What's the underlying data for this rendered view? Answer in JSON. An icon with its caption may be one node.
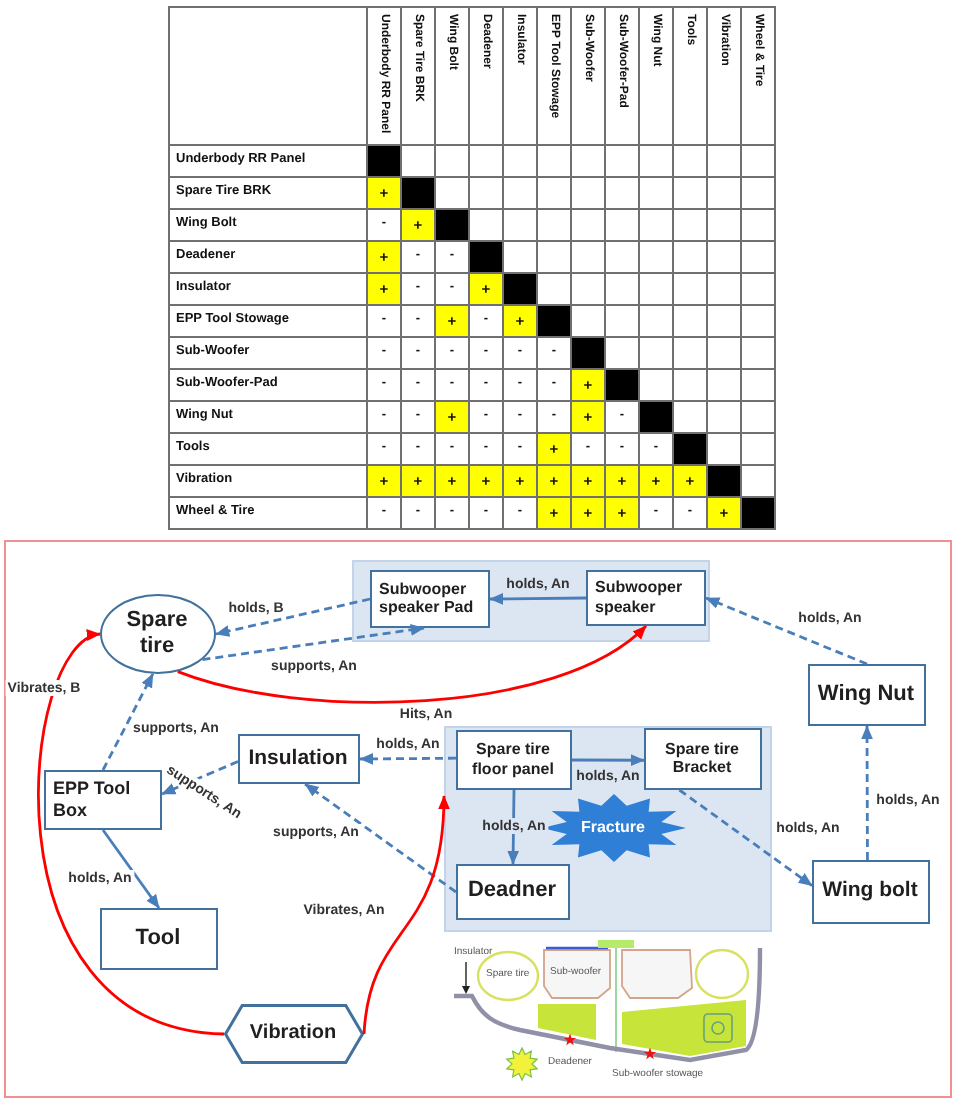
{
  "diagram": {
    "nodes": [
      {
        "text": [],
        "shape": "box"
      },
      {
        "text": [],
        "shape": "box",
        "in": 0
      },
      {
        "text": [
          "Subwooper speaker Pad"
        ],
        "in": 1
      },
      {
        "text": [
          "Subwooper speaker"
        ],
        "in": 1
      },
      {
        "text": [
          "Spare tire"
        ],
        "in": 0
      },
      {
        "text": [
          "Wing Nut"
        ],
        "in": 0
      },
      {
        "text": [
          "Insulation"
        ],
        "in": 0
      },
      {
        "text": [],
        "shape": "box",
        "in": 0
      },
      {
        "text": [
          "Spare tire floor panel"
        ],
        "in": 7
      },
      {
        "text": [
          "Spare tire Bracket"
        ],
        "in": 7
      },
      {
        "text": [
          "Fracture"
        ],
        "in": 7
      },
      {
        "text": [
          "Deadner"
        ],
        "in": 7
      },
      {
        "text": [
          "EPP Tool Box"
        ],
        "in": 0
      },
      {
        "text": [
          "Wing bolt"
        ],
        "in": 0
      },
      {
        "text": [
          "Tool"
        ],
        "in": 0
      },
      {
        "text": [
          "Vibration"
        ],
        "in": 0
      }
    ],
    "edges": [
      {
        "from": 2,
        "to": 4,
        "arrow": "to",
        "label": "holds, B",
        "style": "dashed"
      },
      {
        "from": 4,
        "to": 2,
        "arrow": "to",
        "label": "supports, An",
        "style": "dashed"
      },
      {
        "from": 3,
        "to": 2,
        "arrow": "to",
        "label": "holds, An"
      },
      {
        "from": 5,
        "to": 3,
        "arrow": "to",
        "label": "holds, An",
        "style": "dashed"
      },
      {
        "from": 4,
        "to": 3,
        "arrow": "to",
        "label": "Hits, An",
        "color": "#ff0000"
      },
      {
        "from": 15,
        "to": 4,
        "arrow": "to",
        "label": "Vibrates, B",
        "color": "#ff0000"
      },
      {
        "from": 12,
        "to": 4,
        "arrow": "to",
        "label": "supports, An",
        "style": "dashed"
      },
      {
        "from": 6,
        "to": 12,
        "arrow": "to",
        "label": "supports, An",
        "style": "dashed"
      },
      {
        "from": 8,
        "to": 6,
        "arrow": "to",
        "label": "holds, An",
        "style": "dashed"
      },
      {
        "from": 11,
        "to": 6,
        "arrow": "to",
        "label": "supports, An",
        "style": "dashed"
      },
      {
        "from": 12,
        "to": 14,
        "arrow": "to",
        "label": "holds, An"
      },
      {
        "from": 8,
        "to": 9,
        "arrow": "to",
        "label": "holds, An"
      },
      {
        "from": 8,
        "to": 11,
        "arrow": "to",
        "label": "holds, An"
      },
      {
        "from": 9,
        "to": 13,
        "arrow": "to",
        "label": "holds, An",
        "style": "dashed"
      },
      {
        "from": 13,
        "to": 5,
        "arrow": "to",
        "label": "holds, An",
        "style": "dashed"
      },
      {
        "from": 15,
        "to": 7,
        "arrow": "to",
        "label": "Vibrates, An",
        "color": "#ff0000"
      }
    ],
    "labels": [
      "Underbody RR Panel",
      "Spare Tire BRK",
      "Wing Bolt",
      "Deadener",
      "Insulator",
      "EPP Tool Stowage",
      "Sub-Woofer",
      "Sub-Woofer-Pad",
      "Wing Nut",
      "Tools",
      "Vibration",
      "Wheel & Tire",
      "Underbody RR Panel",
      "Spare Tire BRK",
      "+",
      "Wing Bolt",
      "-",
      "+",
      "Deadener",
      "+",
      "-",
      "-",
      "Insulator",
      "+",
      "-",
      "-",
      "+",
      "EPP Tool Stowage",
      "-",
      "-",
      "+",
      "-",
      "+",
      "Sub-Woofer",
      "-",
      "-",
      "-",
      "-",
      "-",
      "-",
      "Sub-Woofer-Pad",
      "-",
      "-",
      "-",
      "-",
      "-",
      "-",
      "+",
      "Wing Nut",
      "-",
      "-",
      "+",
      "-",
      "-",
      "-",
      "+",
      "-",
      "Tools",
      "-",
      "-",
      "-",
      "-",
      "-",
      "+",
      "-",
      "-",
      "-",
      "Vibration",
      "+",
      "+",
      "+",
      "+",
      "+",
      "+",
      "+",
      "+",
      "+",
      "+",
      "Wheel & Tire",
      "-",
      "-",
      "-",
      "-",
      "-",
      "+",
      "+",
      "+",
      "-",
      "-",
      "+",
      "Insulator",
      "Spare tire",
      "Sub-woofer",
      "Deadener",
      "Sub-woofer stowage"
    ]
  }
}
